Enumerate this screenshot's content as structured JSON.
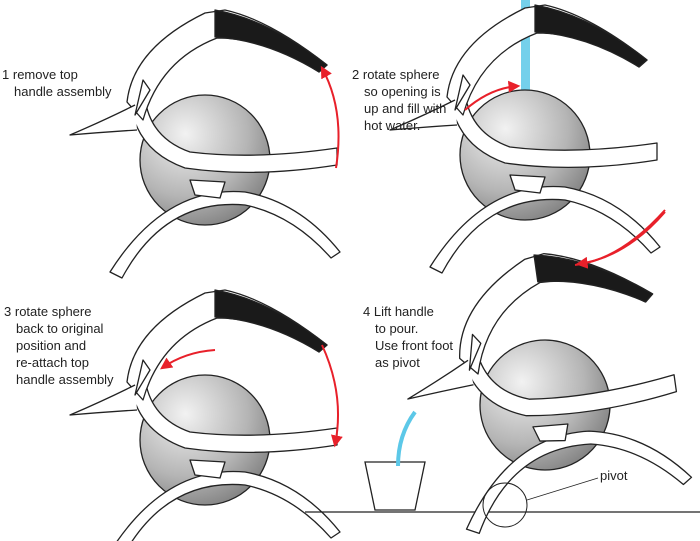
{
  "steps": [
    {
      "number": "1",
      "lines": [
        "remove top",
        "handle assembly"
      ]
    },
    {
      "number": "2",
      "lines": [
        "rotate sphere",
        "so opening is",
        "up and fill with",
        "hot water."
      ]
    },
    {
      "number": "3",
      "lines": [
        "rotate sphere",
        "back to original",
        "position and",
        "re-attach top",
        "handle assembly"
      ]
    },
    {
      "number": "4",
      "lines": [
        "Lift handle",
        "to pour.",
        "Use front foot",
        "as pivot"
      ]
    }
  ],
  "pivot_label": "pivot",
  "colors": {
    "arrow": "#e8202a",
    "water": "#5cc8e8",
    "grip": "#1a1a1a",
    "sphere_light": "#f2f2f2",
    "sphere_dark": "#8a8a8a"
  }
}
